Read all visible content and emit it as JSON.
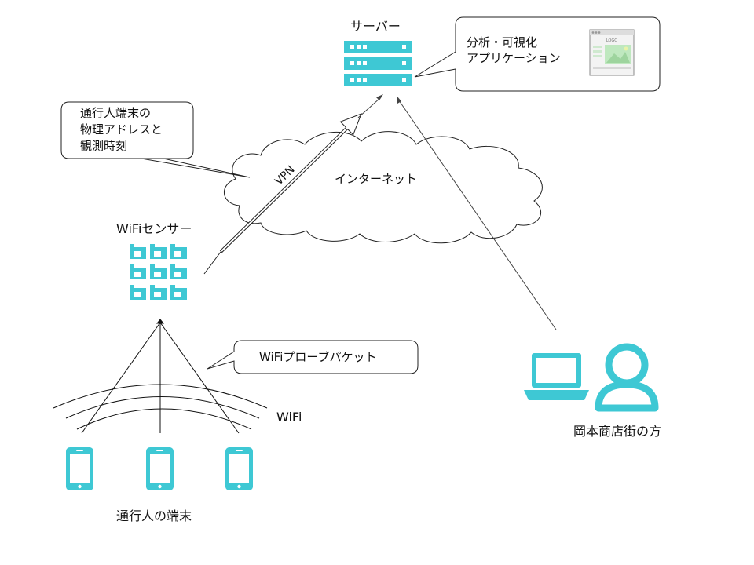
{
  "colors": {
    "accent": "#3ec8d4",
    "line": "#000000",
    "fill": "#ffffff"
  },
  "nodes": {
    "server": {
      "label": "サーバー",
      "icon": "server-rack-icon"
    },
    "analytics_app": {
      "line1": "分析・可視化",
      "line2": "アプリケーション",
      "icon": "browser-window-icon",
      "logo_text": "LOGO"
    },
    "passerby_info": {
      "line1": "通行人端末の",
      "line2": "物理アドレスと",
      "line3": "観測時刻"
    },
    "internet": {
      "label": "インターネット",
      "icon": "cloud-icon"
    },
    "vpn": {
      "label": "VPN"
    },
    "wifi_sensor": {
      "label": "WiFiセンサー",
      "icon": "sensor-grid-icon"
    },
    "probe_packet": {
      "label": "WiFiプローブパケット"
    },
    "wifi": {
      "label": "WiFi"
    },
    "passerby_devices": {
      "label": "通行人の端末",
      "icon": "smartphone-icon"
    },
    "shopping_street": {
      "label": "岡本商店街の方",
      "icon": "laptop-user-icon"
    }
  }
}
